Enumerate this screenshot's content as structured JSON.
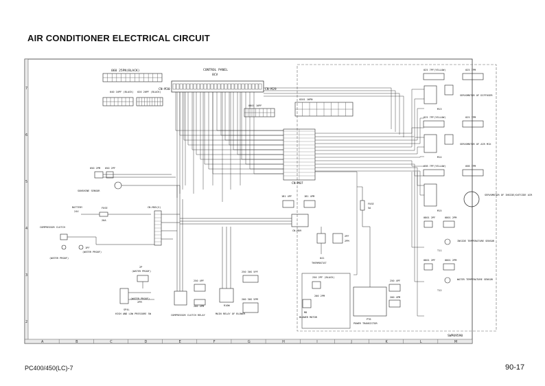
{
  "title": "AIR CONDITIONER ELECTRICAL CIRCUIT",
  "footer": {
    "model": "PC400/450(LC)-7",
    "page": "90-17",
    "drawing_code": "SWP09590"
  },
  "grid": {
    "columns": [
      "A",
      "B",
      "C",
      "D",
      "E",
      "F",
      "G",
      "H",
      "I",
      "J",
      "K",
      "L",
      "M"
    ],
    "rows": [
      "2",
      "3",
      "4",
      "5",
      "6",
      "7"
    ]
  },
  "labels": {
    "control_panel": "CONTROL PANEL",
    "control_panel_v": "8CV",
    "cn_m30": "CN-M30",
    "cn_m29": "CN-M29",
    "conn_060": "060 25PN(BLACK)",
    "conn_040": "040 16PF (BLACK)",
    "conn_020": "020 20PF (BLACK)",
    "conn_0801": "0801 16PF",
    "conn_0201": "0201 16PN",
    "cn_m07": "CN-M07",
    "sunshine_050": "050 2PM",
    "sunshine_050f": "050 2PF",
    "sunshine_sensor": "SUNSHINE SENSOR",
    "battery": "BATTERY",
    "battery_v": "24V",
    "fuse": "FUSE",
    "fuse_rating": "20A",
    "cn_m05": "CN-M05(S)",
    "compressor_clutch": "COMPRESSOR CLUTCH",
    "water_proof_1": "(WATER PROOF)",
    "water_proof_2": "(WATER PROOF)",
    "pf_1": "1PF",
    "pf_1b": "(WATER PROOF)",
    "conn_1a1": "1B1 4PF",
    "conn_1b1": "1B1 4PM",
    "cn_m09": "CN-M09",
    "fuse_k": "FUSE",
    "fuse_k_rating": "5A",
    "thermostat": "THERMOSTAT",
    "conn_2pf": "2PF",
    "conn_2pm": "2PM",
    "conn_041": "041",
    "hl_press_2p": "2P",
    "hl_press_wp": "(WATER PROOF)",
    "hl_press_2pm": "2PM",
    "hl_press_wp2": "(WATER PROOF)",
    "hl_press": "HIGH AND LOW PRESSURE SW",
    "hl_press_id": "SP4L",
    "comp_relay_250": "250 4PF",
    "comp_relay_200": "200 4PM",
    "comp_relay": "COMPRESSOR CLUTCH RELAY",
    "main_relay_250": "250 30S 5PF",
    "main_relay_200": "200 30S 5PM",
    "main_relay": "MAIN RELAY OF BLOWER",
    "main_relay_id": "R10W",
    "blower_2pf": "250 2PF (BLACK)",
    "blower_2pm": "200 2PM",
    "blower": "BLOWER MOTOR",
    "blower_id": "M8",
    "ptr_4pf": "250 4PF",
    "ptr_4pm": "200 4PM",
    "power_transistor": "POWER TRANSISTOR",
    "power_transistor_id": "PT6",
    "serv_diff_conn": "025 7PF(YELLOW)",
    "serv_diff_conn2": "025 7PM",
    "serv_diffuser": "SERVOMOTOR OF DIFFUSER",
    "serv_diff_id": "M13",
    "serv_mix_conn": "025 7PF(YELLOW)",
    "serv_mix_conn2": "025 7PM",
    "serv_airmix": "SERVOMOTOR OF AIR MIX",
    "serv_mix_id": "M14",
    "serv_io_conn": "05B 7PF(YELLOW)",
    "serv_io_conn2": "05B 7PM",
    "serv_inout": "SERVOMOTOR OF INSIDE/OUTSIDE AIR",
    "serv_io_id": "M15",
    "inside_conn": "0801 2PF",
    "inside_conn2": "0801 2PM",
    "inside_sensor": "INSIDE TEMPERATURE SENSOR",
    "inside_id": "T11",
    "water_conn": "0801 2PF",
    "water_conn2": "0801 2PM",
    "water_sensor": "WATER TEMPERATURE SENSOR",
    "water_id": "T12"
  },
  "colors": {
    "ink": "#1a1a1a",
    "wire": "#2b2b2b",
    "dash": "#555555"
  }
}
